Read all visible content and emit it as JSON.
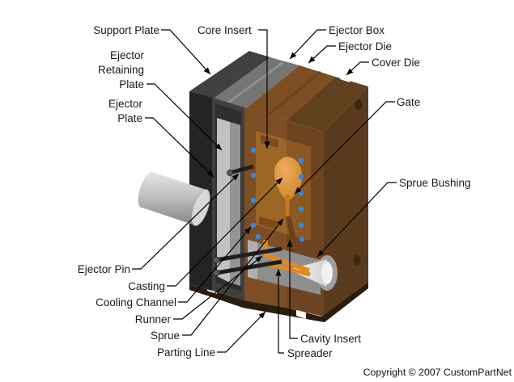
{
  "diagram": {
    "subject": "die-casting-mold-cross-section",
    "labels": {
      "support_plate": "Support Plate",
      "core_insert": "Core Insert",
      "ejector_box": "Ejector Box",
      "ejector_die": "Ejector Die",
      "cover_die": "Cover Die",
      "gate": "Gate",
      "sprue_bushing": "Sprue Bushing",
      "ejector_retaining_plate_line1": "Ejector",
      "ejector_retaining_plate_line2": "Retaining",
      "ejector_retaining_plate_line3": "Plate",
      "ejector_plate_line1": "Ejector",
      "ejector_plate_line2": "Plate",
      "ejector_pin": "Ejector Pin",
      "casting": "Casting",
      "cooling_channel": "Cooling Channel",
      "runner": "Runner",
      "sprue": "Sprue",
      "parting_line": "Parting Line",
      "cavity_insert": "Cavity Insert",
      "spreader": "Spreader"
    },
    "footer": {
      "copyright": "Copyright © 2007 CustomPartNet"
    },
    "colors": {
      "background": "#ffffff",
      "ejector_box_dark": "#232323",
      "ejector_box_face": "#3f3f3f",
      "ejector_plate_gray": "#c2c2c2",
      "retaining_plate_gray": "#949494",
      "ejector_die_brown": "#7d4e23",
      "cover_die_brown": "#6e4420",
      "cover_die_side": "#5a3a1c",
      "insert_light_brown": "#9c6626",
      "insert_right_brown": "#8a5820",
      "casting_orange": "#d88a2e",
      "runner_orange": "#e08a20",
      "cooling_blue": "#2f87e9",
      "bushing_gray": "#8e8e8e",
      "label_text": "#1a1a1a"
    }
  }
}
